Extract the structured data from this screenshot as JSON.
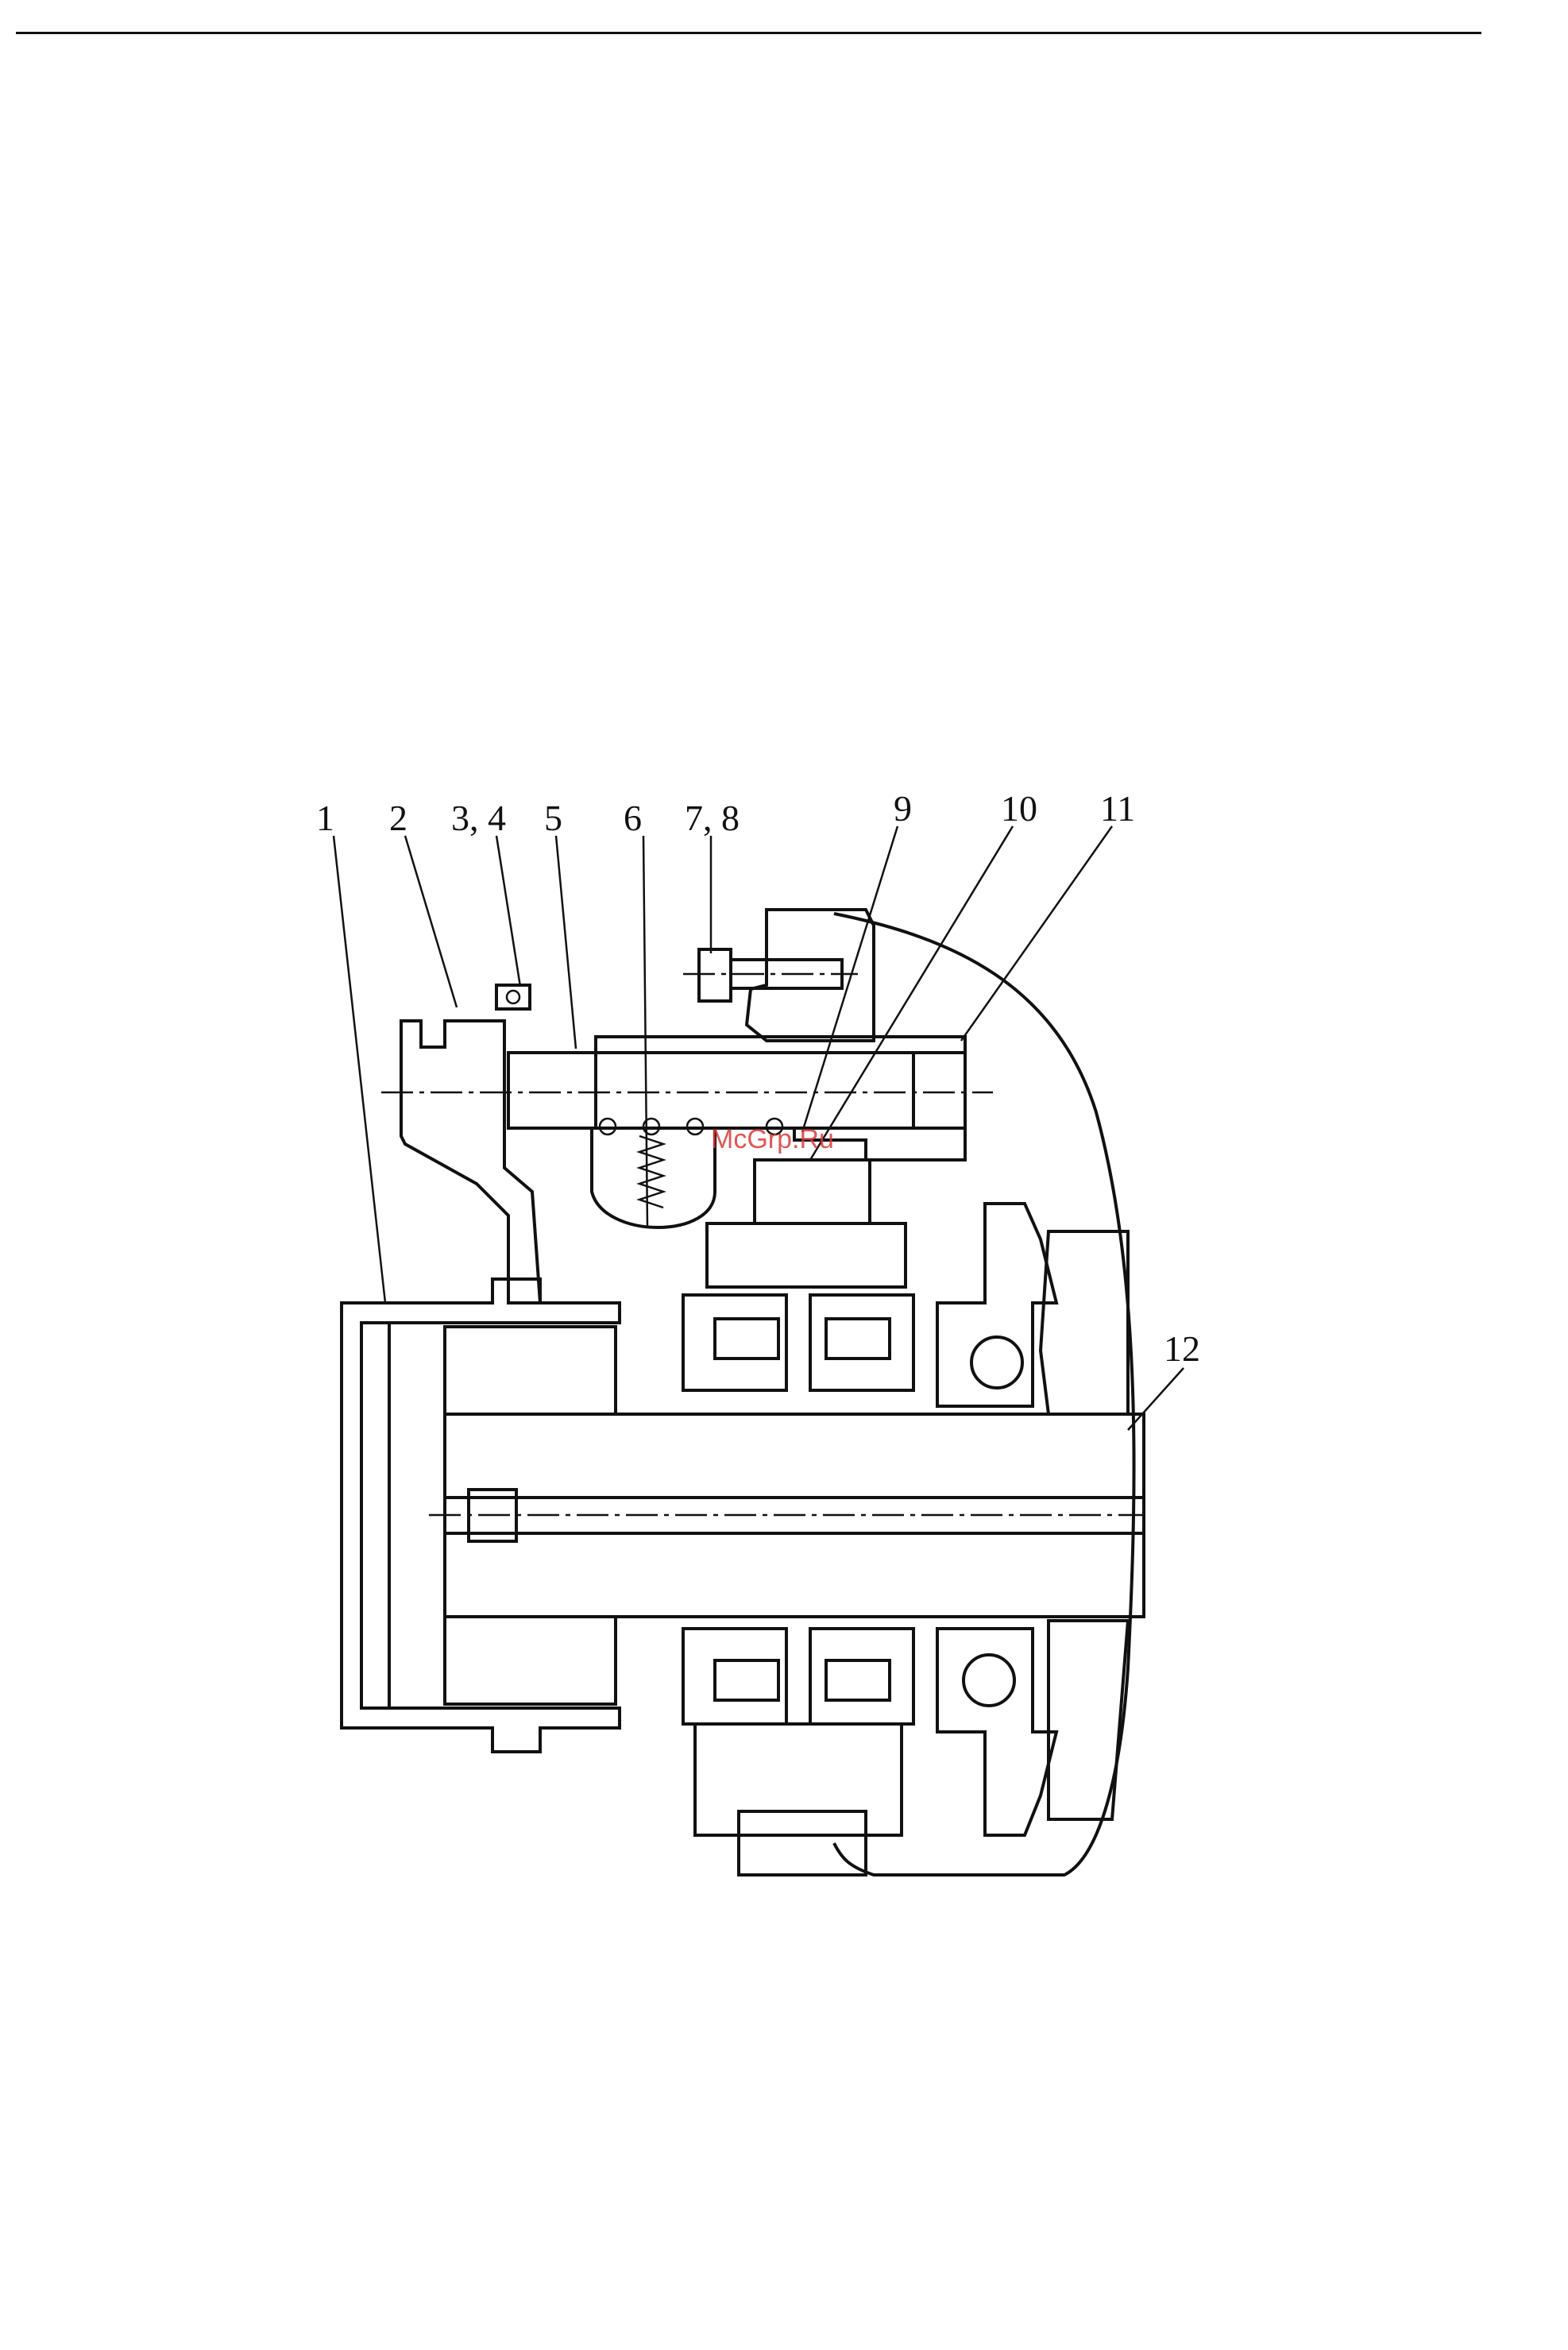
{
  "figure": {
    "callouts": [
      {
        "id": "c1",
        "label": "1"
      },
      {
        "id": "c2",
        "label": "2"
      },
      {
        "id": "c3",
        "label": "3, 4"
      },
      {
        "id": "c5",
        "label": "5"
      },
      {
        "id": "c6",
        "label": "6"
      },
      {
        "id": "c7",
        "label": "7, 8"
      },
      {
        "id": "c9",
        "label": "9"
      },
      {
        "id": "c10",
        "label": "10"
      },
      {
        "id": "c11",
        "label": "11"
      },
      {
        "id": "c12",
        "label": "12"
      }
    ],
    "watermark": "McGrp.Ru"
  }
}
